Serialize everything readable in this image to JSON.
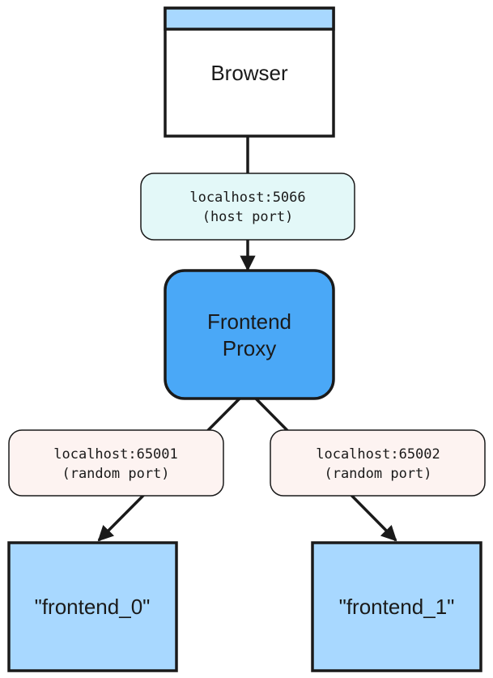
{
  "nodes": {
    "browser": {
      "label": "Browser"
    },
    "frontend_proxy": {
      "label_line1": "Frontend",
      "label_line2": "Proxy"
    },
    "frontend_0": {
      "label": "\"frontend_0\""
    },
    "frontend_1": {
      "label": "\"frontend_1\""
    }
  },
  "edges": {
    "browser_to_proxy": {
      "line1": "localhost:5066",
      "line2": "(host port)"
    },
    "proxy_to_frontend_0": {
      "line1": "localhost:65001",
      "line2": "(random port)"
    },
    "proxy_to_frontend_1": {
      "line1": "localhost:65002",
      "line2": "(random port)"
    }
  },
  "colors": {
    "stroke": "#1a1a1a",
    "browser_fill": "#ffffff",
    "browser_titlebar": "#a8d8ff",
    "proxy_fill": "#4aa8f7",
    "frontend_fill": "#a8d8ff",
    "host_port_label_fill": "#e3f8f8",
    "random_port_label_fill": "#fdf3f1"
  }
}
